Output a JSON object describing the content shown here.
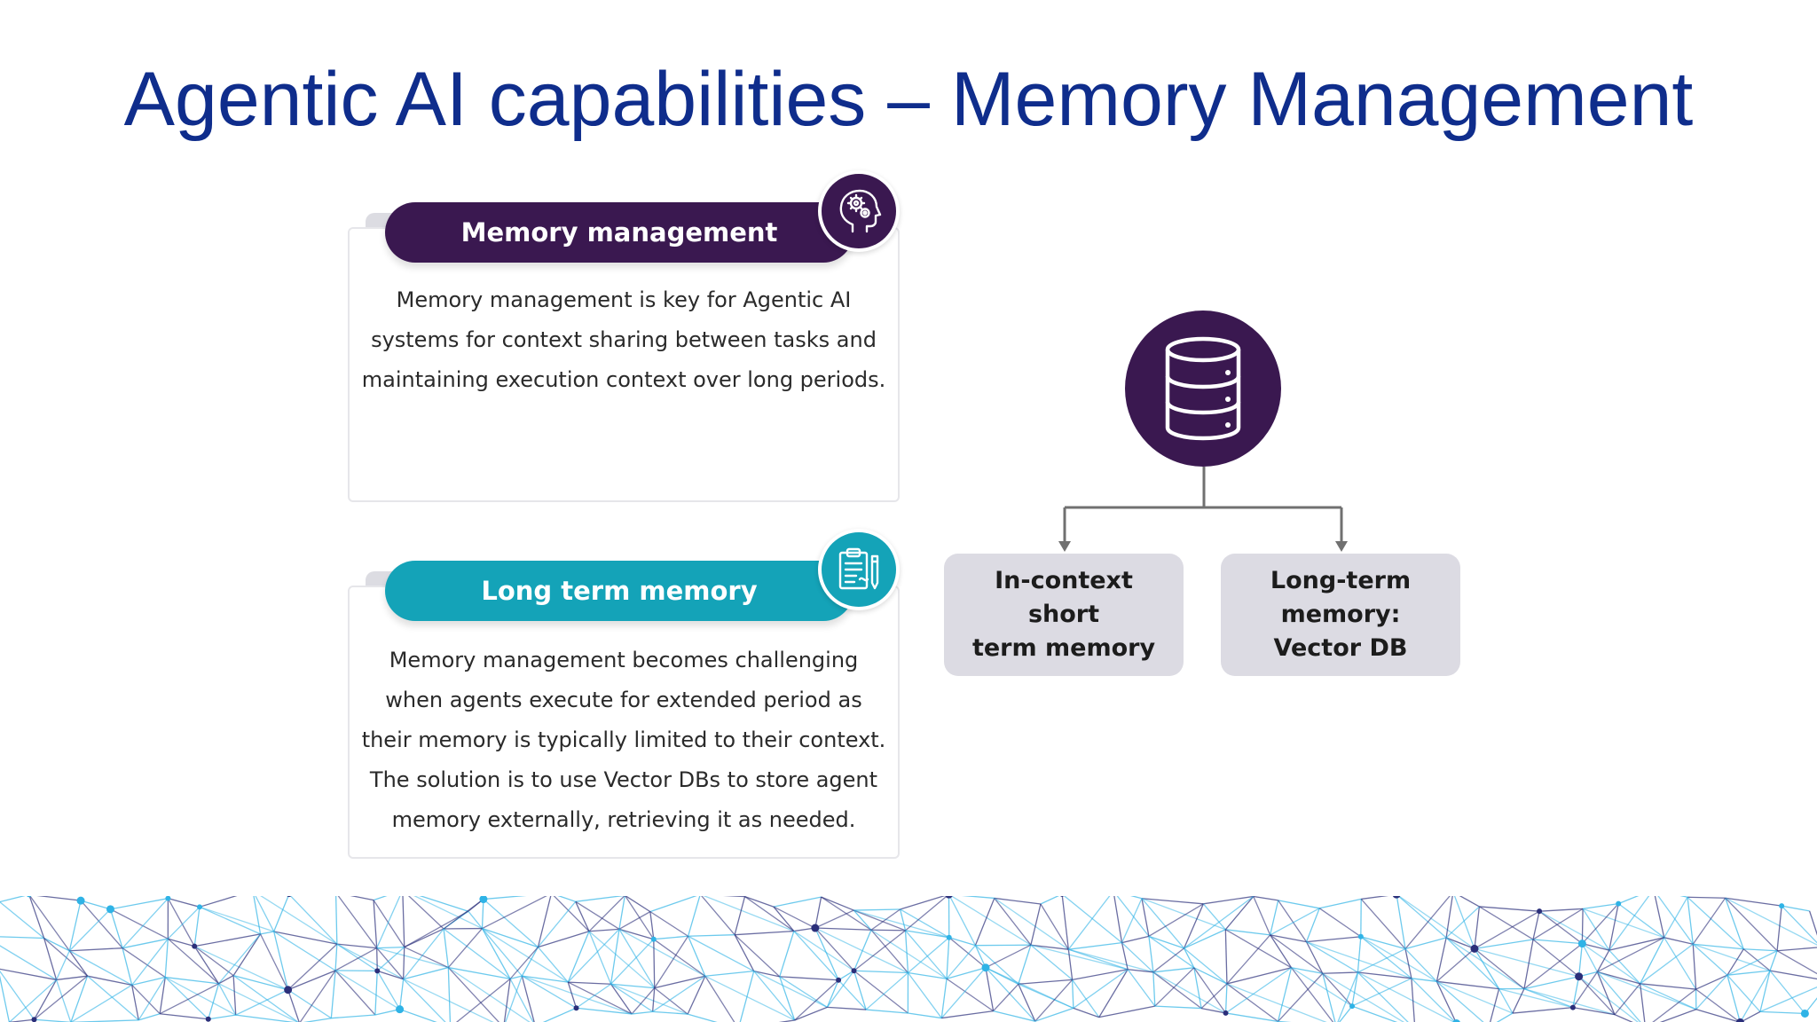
{
  "slide": {
    "title": "Agentic AI capabilities – Memory Management"
  },
  "cards": [
    {
      "heading": "Memory management",
      "icon": "brain-gears-icon",
      "color": "#3a1850",
      "lines": [
        "Memory management is key for Agentic AI",
        "systems for context sharing between tasks and",
        "maintaining execution context over long periods."
      ]
    },
    {
      "heading": "Long term memory",
      "icon": "clipboard-pencil-icon",
      "color": "#14a3b8",
      "lines": [
        "Memory management becomes challenging",
        "when agents execute for extended period as",
        "their memory is typically limited to their context.",
        "The solution is to use Vector DBs to store agent",
        "memory externally, retrieving it as needed."
      ]
    }
  ],
  "diagram": {
    "root_icon": "database-icon",
    "root_color": "#3a1850",
    "nodes": [
      {
        "lines": [
          "In-context short",
          "term memory"
        ]
      },
      {
        "lines": [
          "Long-term",
          "memory:",
          "Vector DB"
        ]
      }
    ]
  },
  "colors": {
    "title": "#0f2d8c",
    "network_dark": "#2b2f7a",
    "network_light": "#2fb3e6"
  }
}
